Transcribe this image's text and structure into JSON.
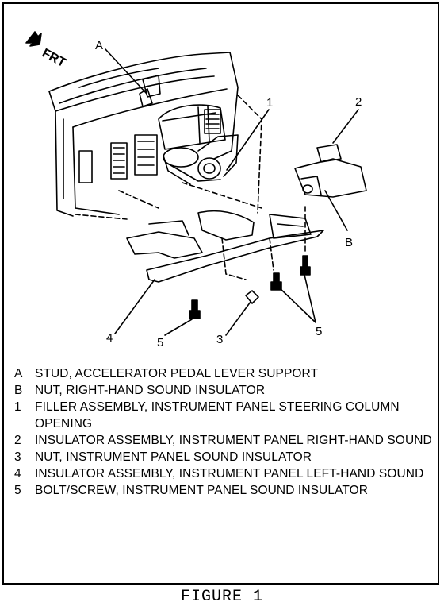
{
  "figure": {
    "orientation_label": "FRT",
    "callouts": [
      "A",
      "1",
      "2",
      "B",
      "4",
      "5",
      "3",
      "5"
    ],
    "legend": [
      {
        "key": "A",
        "text": "STUD, ACCELERATOR PEDAL LEVER SUPPORT"
      },
      {
        "key": "B",
        "text": "NUT, RIGHT-HAND SOUND INSULATOR"
      },
      {
        "key": "1",
        "text": "FILLER ASSEMBLY, INSTRUMENT PANEL STEERING COLUMN OPENING"
      },
      {
        "key": "2",
        "text": "INSULATOR ASSEMBLY, INSTRUMENT PANEL RIGHT-HAND SOUND"
      },
      {
        "key": "3",
        "text": "NUT, INSTRUMENT PANEL SOUND INSULATOR"
      },
      {
        "key": "4",
        "text": "INSULATOR ASSEMBLY, INSTRUMENT PANEL LEFT-HAND SOUND"
      },
      {
        "key": "5",
        "text": "BOLT/SCREW, INSTRUMENT PANEL SOUND INSULATOR"
      }
    ],
    "caption": "FIGURE 1"
  }
}
